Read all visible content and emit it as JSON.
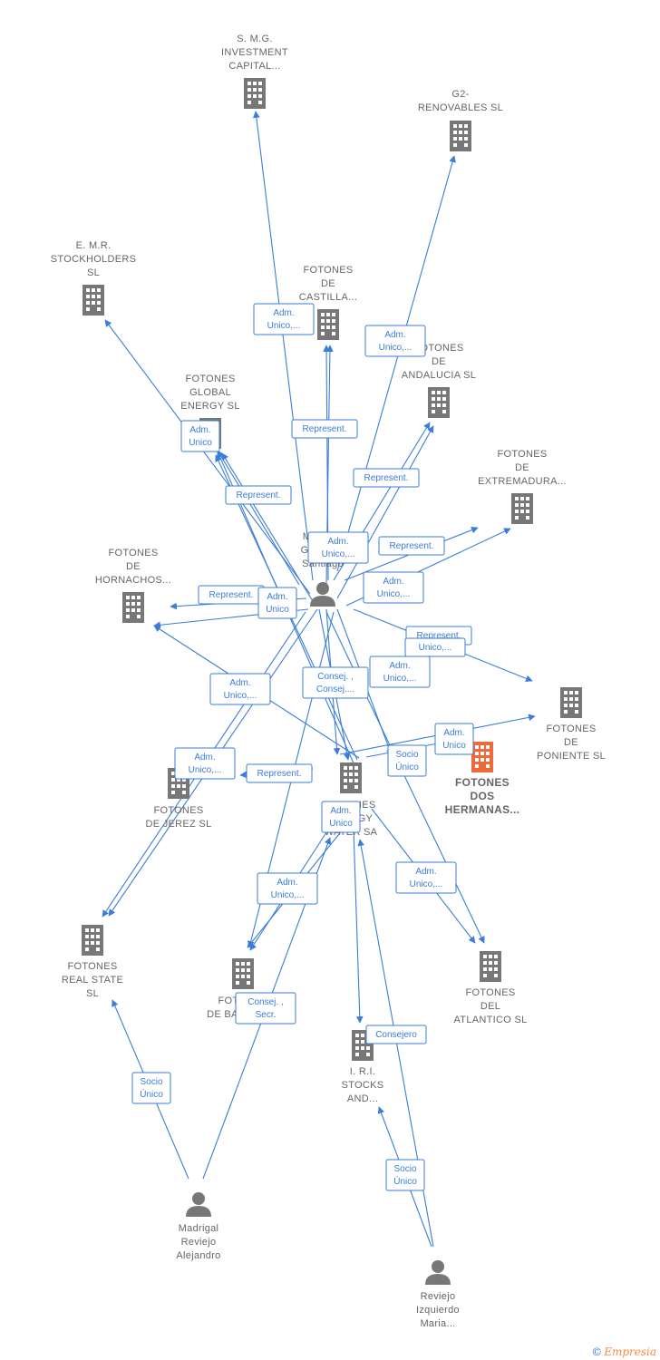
{
  "colors": {
    "edge": "#3b7dd8",
    "company": "#777777",
    "focus": "#ef6a3a",
    "person": "#777777"
  },
  "nodes": [
    {
      "id": "smg",
      "type": "company",
      "label": [
        "S. M.G.",
        "INVESTMENT",
        "CAPITAL..."
      ]
    },
    {
      "id": "g2",
      "type": "company",
      "label": [
        "G2-",
        "RENOVABLES SL"
      ]
    },
    {
      "id": "emr",
      "type": "company",
      "label": [
        "E. M.R.",
        "STOCKHOLDERS",
        "SL"
      ]
    },
    {
      "id": "castilla",
      "type": "company",
      "label": [
        "FOTONES",
        "DE",
        "CASTILLA..."
      ]
    },
    {
      "id": "andalucia",
      "type": "company",
      "label": [
        "FOTONES",
        "DE",
        "ANDALUCIA  SL"
      ]
    },
    {
      "id": "global",
      "type": "company",
      "label": [
        "FOTONES",
        "GLOBAL",
        "ENERGY  SL"
      ]
    },
    {
      "id": "extremadura",
      "type": "company",
      "label": [
        "FOTONES",
        "DE",
        "EXTREMADURA..."
      ]
    },
    {
      "id": "hornachos",
      "type": "company",
      "label": [
        "FOTONES",
        "DE",
        "HORNACHOS..."
      ]
    },
    {
      "id": "poniente",
      "type": "company",
      "label": [
        "FOTONES",
        "DE",
        "PONIENTE  SL"
      ]
    },
    {
      "id": "doshermanas",
      "type": "focus",
      "label": [
        "FOTONES",
        "DOS",
        "HERMANAS..."
      ]
    },
    {
      "id": "water",
      "type": "company",
      "label": [
        "FOTONES",
        "ENERGY",
        "WATER SA"
      ]
    },
    {
      "id": "jerez",
      "type": "company",
      "label": [
        "FOTONES",
        "DE JEREZ  SL"
      ]
    },
    {
      "id": "realstate",
      "type": "company",
      "label": [
        "FOTONES",
        "REAL STATE",
        "SL"
      ]
    },
    {
      "id": "baleares",
      "type": "company",
      "label": [
        "FOTONES",
        "DE BALEARES"
      ]
    },
    {
      "id": "atlantico",
      "type": "company",
      "label": [
        "FOTONES",
        "DEL",
        "ATLANTICO  SL"
      ]
    },
    {
      "id": "iri",
      "type": "company",
      "label": [
        "I. R.I.",
        "STOCKS",
        "AND..."
      ]
    },
    {
      "id": "mgs",
      "type": "person",
      "label": [
        "Madrigal",
        "Gonzalez",
        "Santiago"
      ]
    },
    {
      "id": "mra",
      "type": "person",
      "label": [
        "Madrigal",
        "Reviejo",
        "Alejandro"
      ]
    },
    {
      "id": "rim",
      "type": "person",
      "label": [
        "Reviejo",
        "Izquierdo",
        "Maria..."
      ]
    }
  ],
  "edges": [
    {
      "label": [
        "Adm.",
        "Unico,..."
      ]
    },
    {
      "label": [
        "Adm.",
        "Unico,..."
      ]
    },
    {
      "label": [
        "Represent."
      ]
    },
    {
      "label": [
        "Represent."
      ]
    },
    {
      "label": [
        "Adm.",
        "Unico"
      ]
    },
    {
      "label": [
        "Represent."
      ]
    },
    {
      "label": [
        "Adm.",
        "Unico,..."
      ]
    },
    {
      "label": [
        "Represent."
      ]
    },
    {
      "label": [
        "Adm.",
        "Unico,..."
      ]
    },
    {
      "label": [
        "Represent."
      ]
    },
    {
      "label": [
        "Adm.",
        "Unico"
      ]
    },
    {
      "label": [
        "Represent."
      ]
    },
    {
      "label": [
        "Unico,..."
      ]
    },
    {
      "label": [
        "Adm.",
        "Unico,..."
      ]
    },
    {
      "label": [
        "Consej. ,",
        "Consej...."
      ]
    },
    {
      "label": [
        "Adm.",
        "Unico,..."
      ]
    },
    {
      "label": [
        "Adm.",
        "Unico,..."
      ]
    },
    {
      "label": [
        "Socio",
        "Único"
      ]
    },
    {
      "label": [
        "Adm.",
        "Unico"
      ]
    },
    {
      "label": [
        "Represent."
      ]
    },
    {
      "label": [
        "Adm.",
        "Unico"
      ]
    },
    {
      "label": [
        "Adm.",
        "Unico,..."
      ]
    },
    {
      "label": [
        "Adm.",
        "Unico,..."
      ]
    },
    {
      "label": [
        "Consej. ,",
        "Secr."
      ]
    },
    {
      "label": [
        "Consejero"
      ]
    },
    {
      "label": [
        "Socio",
        "Único"
      ]
    },
    {
      "label": [
        "Socio",
        "Único"
      ]
    }
  ],
  "footer": {
    "copyright": "©",
    "brand": "Empresia"
  }
}
